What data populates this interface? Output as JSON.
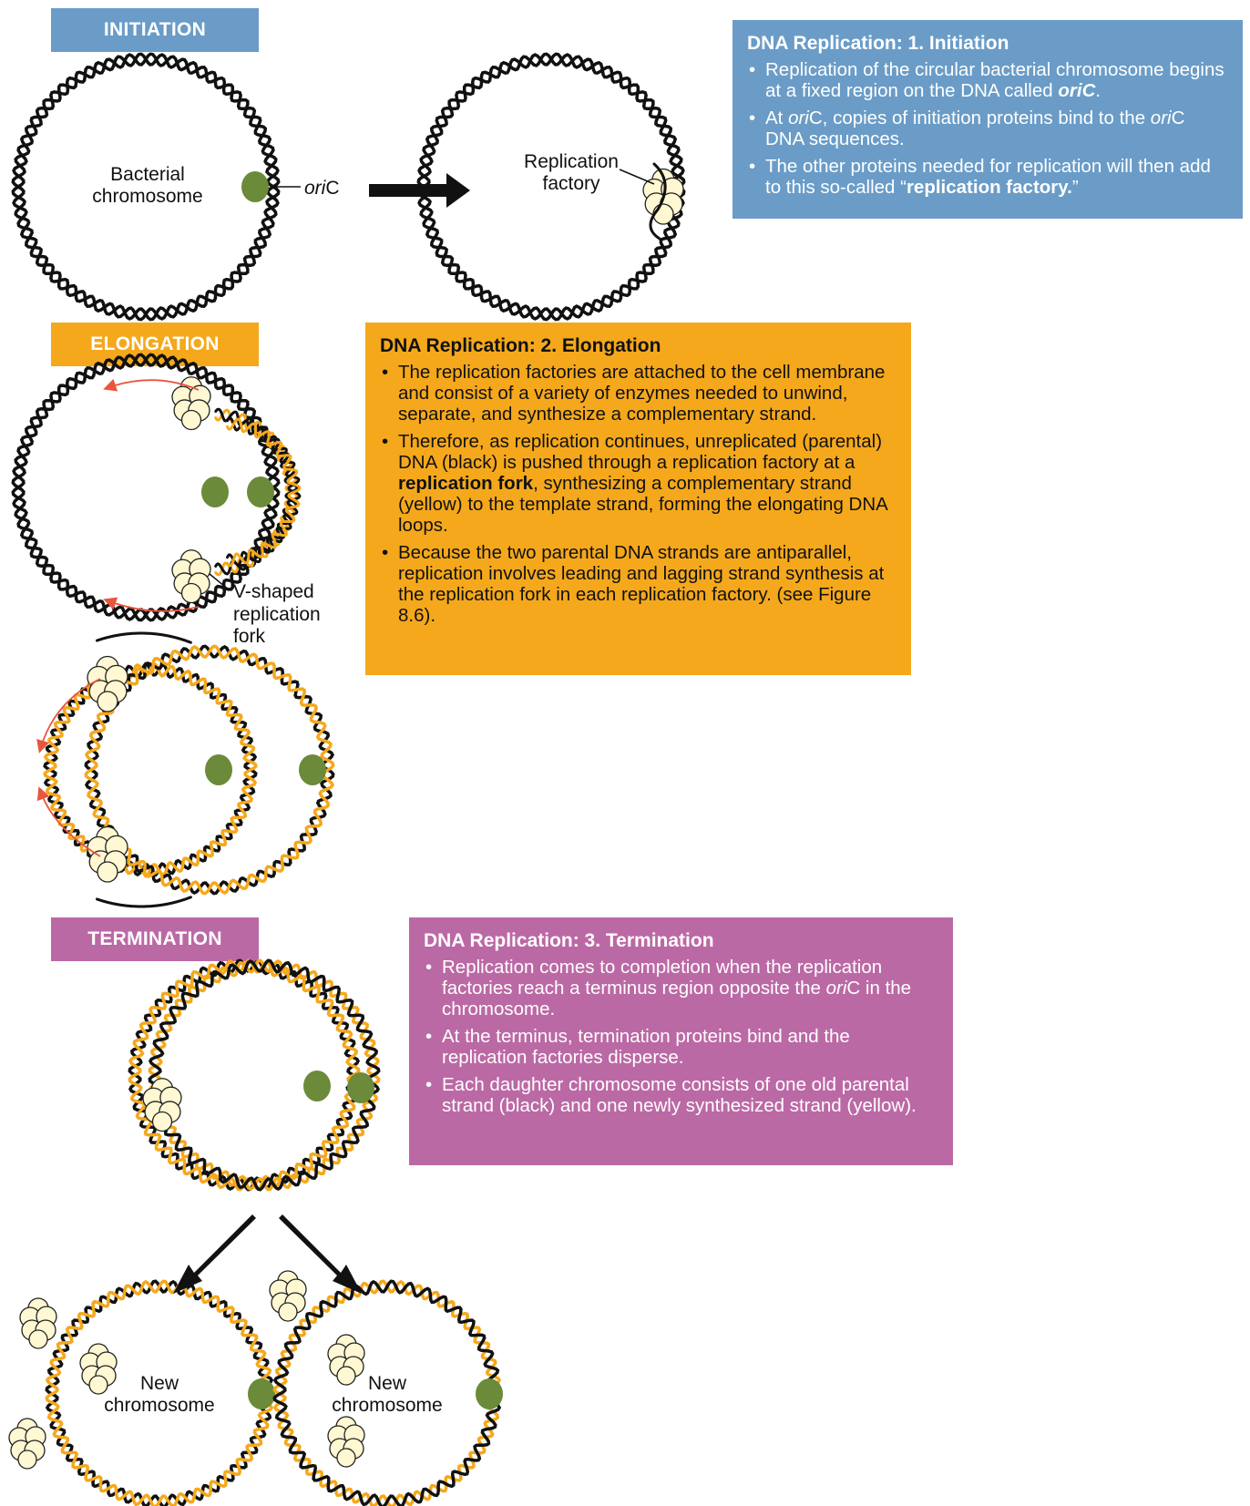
{
  "stages": {
    "initiation": "INITIATION",
    "elongation": "ELONGATION",
    "termination": "TERMINATION"
  },
  "labels": {
    "bacterial": "Bacterial",
    "chromosome": "chromosome",
    "ori_italic": "ori",
    "ori_c": "C",
    "replication": "Replication",
    "factory": "factory",
    "v_shaped": "V-shaped",
    "replication_word": "replication",
    "fork": "fork",
    "new": "New",
    "new_chromosome": "chromosome"
  },
  "boxes": {
    "initiation": {
      "title": "DNA Replication: 1. Initiation",
      "b1_pre": "Replication of the circular bacterial chromosome begins at a fixed region on the DNA called ",
      "b1_term": "oriC",
      "b1_post": ".",
      "b2_a": "At ",
      "b2_b": "ori",
      "b2_c": "C, copies of initiation proteins bind to the ",
      "b2_d": "ori",
      "b2_e": "C DNA sequences.",
      "b3_pre": "The other proteins needed for replication will then add to this so-called “",
      "b3_term": "replication factory.",
      "b3_post": "”"
    },
    "elongation": {
      "title": "DNA Replication: 2. Elongation",
      "b1": "The replication factories are attached to the cell membrane and consist of a variety of enzymes needed to unwind, separate, and synthesize a complementary strand.",
      "b2_pre": "Therefore, as replication continues, unreplicated (parental) DNA (black) is pushed through a replication factory at a ",
      "b2_term": "replication fork",
      "b2_post": ", synthesizing a complementary strand (yellow) to the template strand, forming the elongating DNA loops.",
      "b3": "Because the two parental DNA strands are antiparallel, replication involves leading and lagging strand synthesis at the replication fork in each replication factory. (see Figure 8.6)."
    },
    "termination": {
      "title": "DNA Replication: 3. Termination",
      "b1_pre": "Replication comes to completion when the replication factories reach a terminus region opposite the ",
      "b1_ori": "ori",
      "b1_post": "C in the chromosome.",
      "b2": "At the terminus, termination proteins bind and the replication factories disperse.",
      "b3": "Each daughter chromosome consists of one old parental strand (black) and one newly synthesized strand (yellow)."
    }
  },
  "colors": {
    "initiation": "#6a9cc7",
    "elongation": "#f5a81c",
    "termination": "#bb69a5",
    "parental_dna": "#111111",
    "new_strand": "#f5a81c",
    "oric": "#6b8a3a",
    "factory": "#fff8d2",
    "arrow_red": "#e8563e"
  }
}
